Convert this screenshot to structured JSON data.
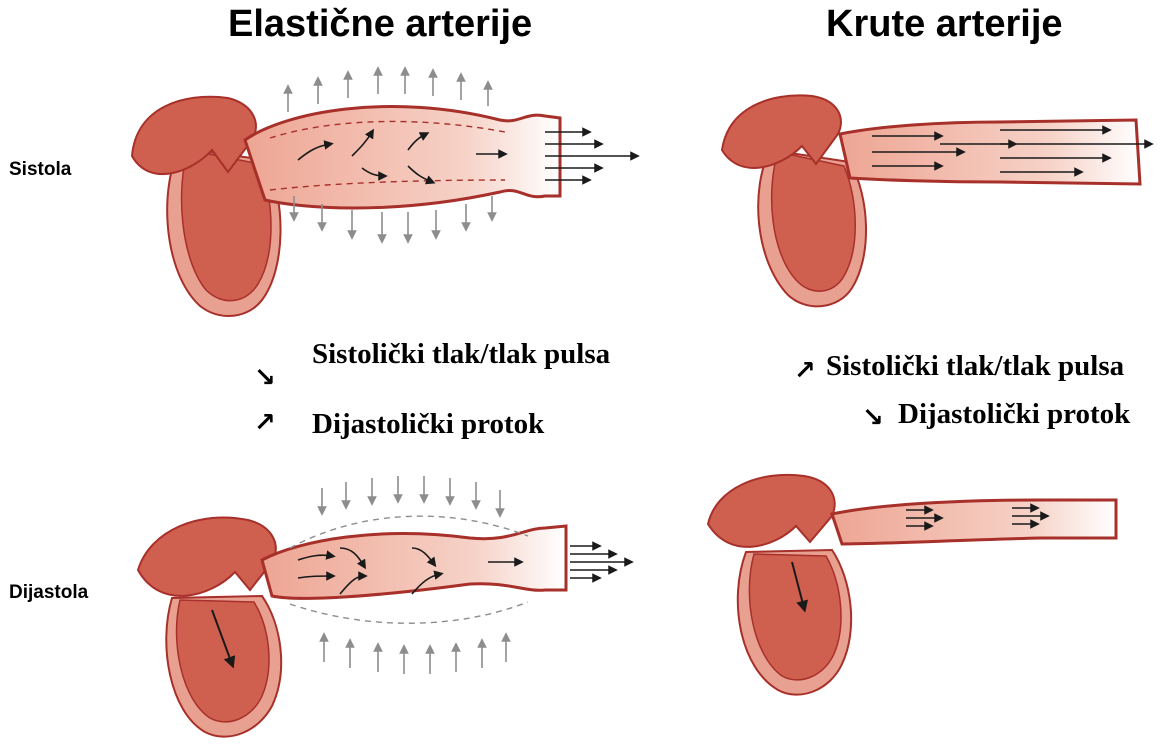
{
  "titles": {
    "elastic": "Elastične arterije",
    "stiff": "Krute arterije"
  },
  "phases": {
    "systole": "Sistola",
    "diastole": "Dijastola"
  },
  "effects": {
    "elastic": [
      {
        "arrow": "↘",
        "direction": "decrease",
        "label": "Sistolički tlak/tlak pulsa"
      },
      {
        "arrow": "↗",
        "direction": "increase",
        "label": "Dijastolički protok"
      }
    ],
    "stiff": [
      {
        "arrow": "↗",
        "direction": "increase",
        "label": "Sistolički tlak/tlak pulsa"
      },
      {
        "arrow": "↘",
        "direction": "decrease",
        "label": "Dijastolički protok"
      }
    ]
  },
  "colors": {
    "heart_muscle": "#cf5f4e",
    "heart_outline": "#a8302a",
    "heart_inner_wall": "#e8a191",
    "vessel_lumen": "#f4c5b8",
    "pressure_arrows": "#8d8d8d",
    "flow_arrows": "#1a1a1a"
  }
}
